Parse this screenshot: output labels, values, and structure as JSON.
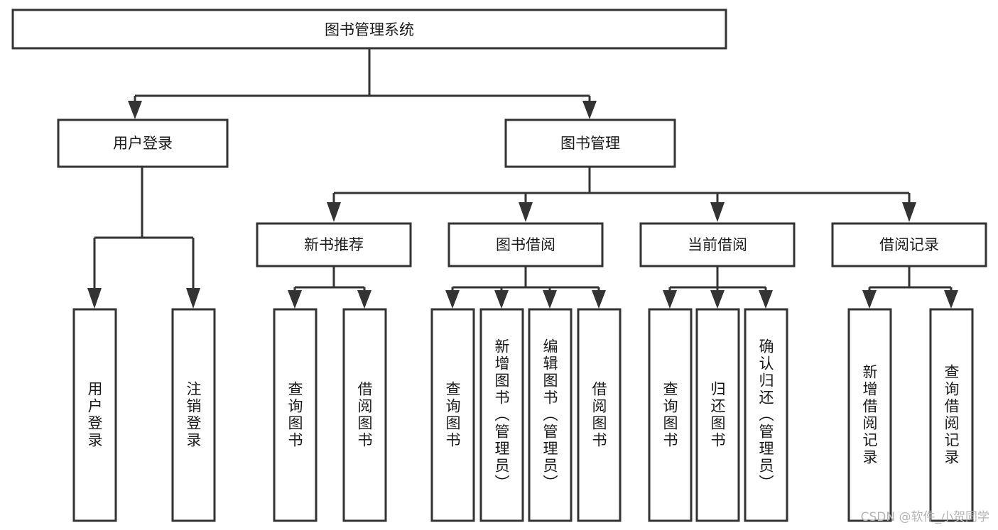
{
  "diagram": {
    "title": "图书管理系统",
    "type": "tree",
    "orientation": "top-down",
    "colors": {
      "box_stroke": "#333333",
      "box_fill": "#ffffff",
      "connector": "#333333",
      "text": "#1a1a1a",
      "watermark": "#b5b5b5",
      "background": "#ffffff"
    },
    "root": {
      "id": "root",
      "label": "图书管理系统",
      "orientation": "horizontal"
    },
    "level2": [
      {
        "id": "user-login",
        "label": "用户登录",
        "orientation": "horizontal"
      },
      {
        "id": "book-management",
        "label": "图书管理",
        "orientation": "horizontal"
      }
    ],
    "level3": [
      {
        "id": "new-book-recommend",
        "label": "新书推荐",
        "orientation": "horizontal",
        "parent": "book-management"
      },
      {
        "id": "book-borrow",
        "label": "图书借阅",
        "orientation": "horizontal",
        "parent": "book-management"
      },
      {
        "id": "current-borrow",
        "label": "当前借阅",
        "orientation": "horizontal",
        "parent": "book-management"
      },
      {
        "id": "borrow-record",
        "label": "借阅记录",
        "orientation": "horizontal",
        "parent": "book-management"
      }
    ],
    "leaves": {
      "user-login": [
        {
          "id": "leaf-user-login",
          "label": "用户登录"
        },
        {
          "id": "leaf-logout-login",
          "label": "注销登录"
        }
      ],
      "new-book-recommend": [
        {
          "id": "leaf-query-book-1",
          "label": "查询图书"
        },
        {
          "id": "leaf-borrow-book-1",
          "label": "借阅图书"
        }
      ],
      "book-borrow": [
        {
          "id": "leaf-query-book-2",
          "label": "查询图书"
        },
        {
          "id": "leaf-add-book-admin",
          "label": "新增图书（管理员）"
        },
        {
          "id": "leaf-edit-book-admin",
          "label": "编辑图书（管理员）"
        },
        {
          "id": "leaf-borrow-book-2",
          "label": "借阅图书"
        }
      ],
      "current-borrow": [
        {
          "id": "leaf-query-book-3",
          "label": "查询图书"
        },
        {
          "id": "leaf-return-book",
          "label": "归还图书"
        },
        {
          "id": "leaf-confirm-return-admin",
          "label": "确认归还（管理员）"
        }
      ],
      "borrow-record": [
        {
          "id": "leaf-add-borrow-record",
          "label": "新增借阅记录"
        },
        {
          "id": "leaf-query-borrow-record",
          "label": "查询借阅记录"
        }
      ]
    }
  },
  "watermark": {
    "text": "CSDN @软件_小贺同学"
  }
}
